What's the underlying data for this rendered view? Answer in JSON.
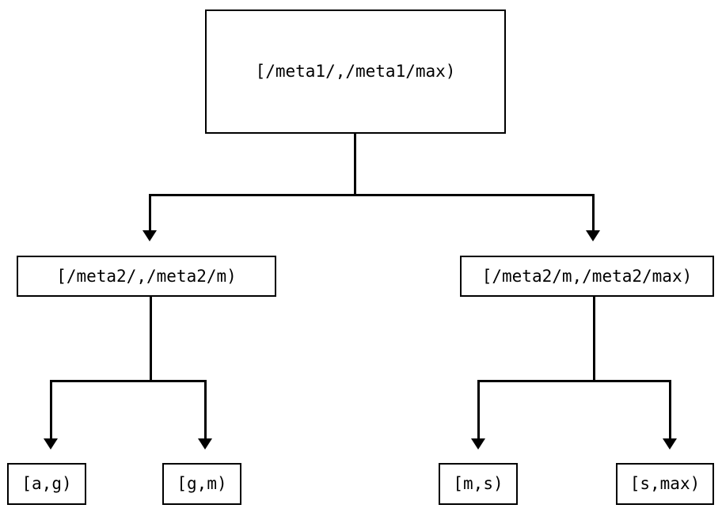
{
  "diagram": {
    "type": "tree",
    "orientation": "top-down",
    "background_color": "#ffffff",
    "stroke_color": "#000000",
    "text_color": "#000000",
    "title": "",
    "levels": 3,
    "nodes": {
      "root": {
        "label": "[/meta1/,/meta1/max)",
        "level": 0
      },
      "level1": [
        {
          "label": "[/meta2/,/meta2/m)",
          "level": 1
        },
        {
          "label": "[/meta2/m,/meta2/max)",
          "level": 1
        }
      ],
      "leaves": [
        {
          "label": "[a,g)",
          "level": 2
        },
        {
          "label": "[g,m)",
          "level": 2
        },
        {
          "label": "[m,s)",
          "level": 2
        },
        {
          "label": "[s,max)",
          "level": 2
        }
      ]
    },
    "edges": [
      {
        "from": "[/meta1/,/meta1/max)",
        "to": "[/meta2/,/meta2/m)",
        "arrow": "down"
      },
      {
        "from": "[/meta1/,/meta1/max)",
        "to": "[/meta2/m,/meta2/max)",
        "arrow": "down"
      },
      {
        "from": "[/meta2/,/meta2/m)",
        "to": "[a,g)",
        "arrow": "down"
      },
      {
        "from": "[/meta2/,/meta2/m)",
        "to": "[g,m)",
        "arrow": "down"
      },
      {
        "from": "[/meta2/m,/meta2/max)",
        "to": "[m,s)",
        "arrow": "down"
      },
      {
        "from": "[/meta2/m,/meta2/max)",
        "to": "[s,max)",
        "arrow": "down"
      }
    ]
  }
}
